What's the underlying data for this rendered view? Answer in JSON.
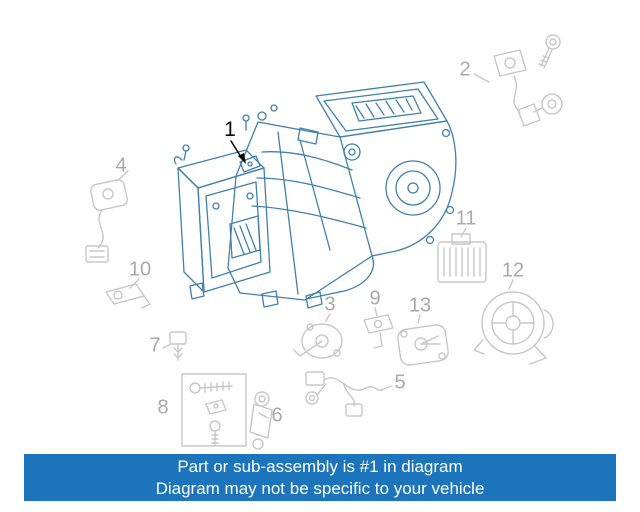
{
  "banner": {
    "line1": "Part or sub-assembly is #1 in diagram",
    "line2": "Diagram may not be specific to your vehicle"
  },
  "colors": {
    "highlight": "#4080ae",
    "part_gray": "#c7c7c7",
    "callout_gray": "#a9a9a9",
    "banner_bg": "#1b74bc",
    "banner_text": "#ffffff"
  },
  "callouts": [
    {
      "number": "1"
    },
    {
      "number": "2"
    },
    {
      "number": "3"
    },
    {
      "number": "4"
    },
    {
      "number": "5"
    },
    {
      "number": "6"
    },
    {
      "number": "7"
    },
    {
      "number": "8"
    },
    {
      "number": "9"
    },
    {
      "number": "10"
    },
    {
      "number": "11"
    },
    {
      "number": "12"
    },
    {
      "number": "13"
    }
  ]
}
